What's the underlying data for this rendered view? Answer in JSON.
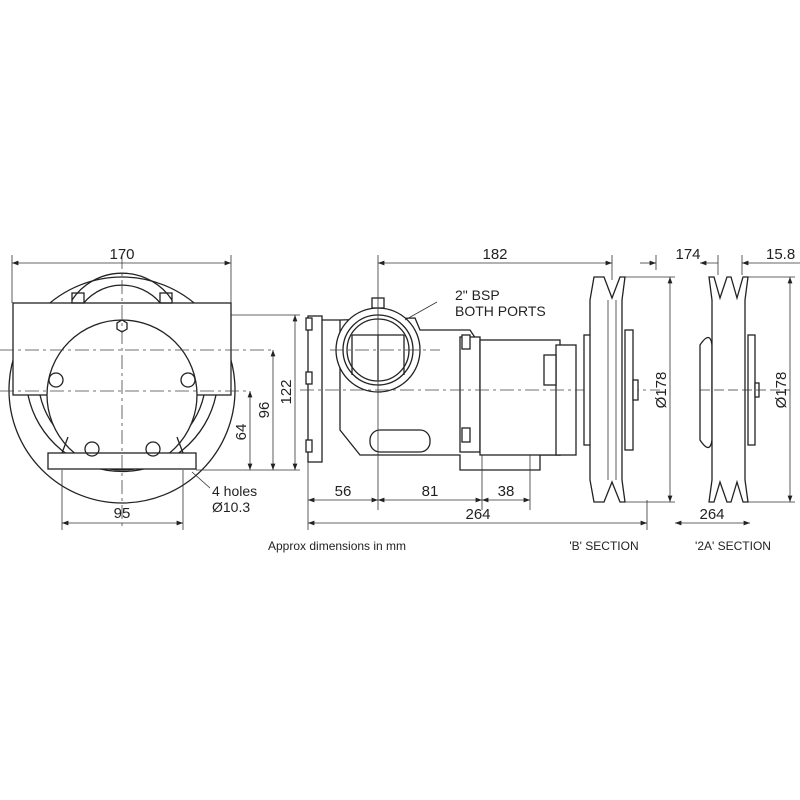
{
  "front_view": {
    "width": "170",
    "base_hole_spacing": "95",
    "height_overall": "122",
    "port_centre_height": "96",
    "shaft_centre_height": "64",
    "holes_note_line1": "4 holes",
    "holes_note_line2": "Ø10.3"
  },
  "side_view": {
    "port_note_line1": "2\" BSP",
    "port_note_line2": "BOTH PORTS",
    "port_to_pulley": "182",
    "flange_to_port": "56",
    "port_to_foot": "81",
    "foot_length": "38",
    "overall_length": "264"
  },
  "section_b": {
    "diameter": "Ø178",
    "label": "'B' SECTION"
  },
  "section_2a": {
    "dim_174": "174",
    "dim_15_8": "15.8",
    "diameter": "Ø178",
    "overall_length": "264",
    "label": "'2A' SECTION"
  },
  "footnote": "Approx dimensions in mm"
}
